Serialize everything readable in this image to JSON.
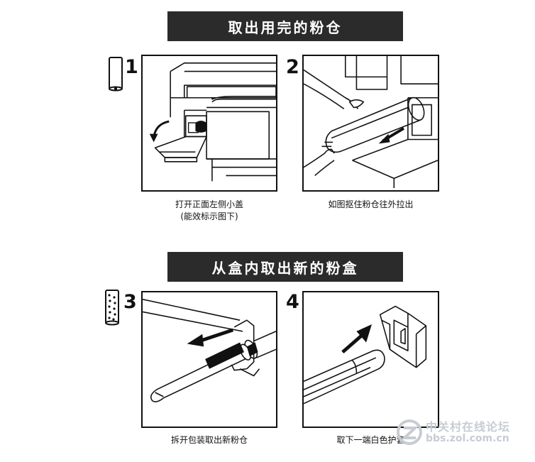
{
  "sections": [
    {
      "title": "取出用完的粉仓"
    },
    {
      "title": "从盒内取出新的粉盒"
    }
  ],
  "steps": [
    {
      "number": "1",
      "caption_line1": "打开正面左侧小盖",
      "caption_line2": "(能效标示图下)"
    },
    {
      "number": "2",
      "caption_line1": "如图抠住粉仓往外拉出",
      "caption_line2": ""
    },
    {
      "number": "3",
      "caption_line1": "拆开包装取出新粉仓",
      "caption_line2": ""
    },
    {
      "number": "4",
      "caption_line1": "取下一端白色护套",
      "caption_line2": ""
    }
  ],
  "watermark": {
    "line1": "中关村在线论坛",
    "line2": "bbs.zol.com.cn"
  },
  "colors": {
    "banner": "#2b2b2b",
    "ink": "#111111",
    "watermark": "#c7ccd4"
  }
}
